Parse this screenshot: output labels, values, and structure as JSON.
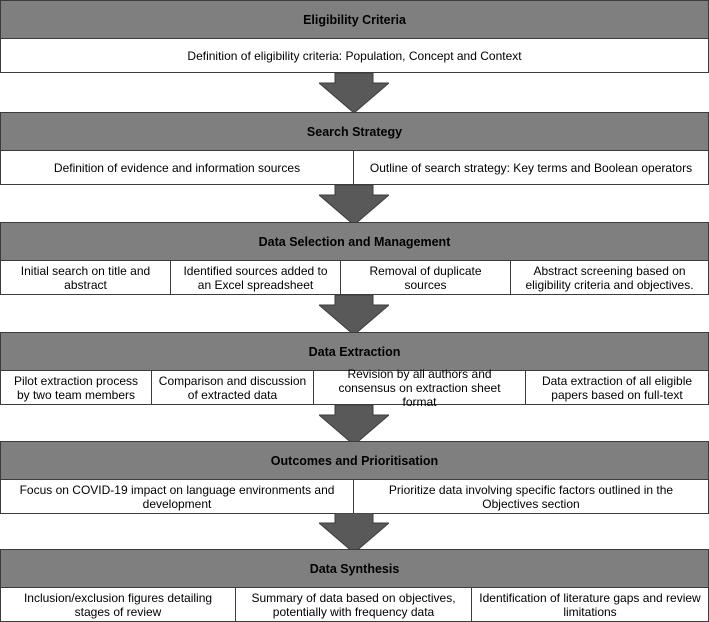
{
  "colors": {
    "header_fill": "#7f7f7f",
    "arrow_fill": "#595959",
    "border": "#3c3c3c"
  },
  "stages": [
    {
      "title": "Eligibility Criteria",
      "cells": [
        "Definition of eligibility criteria: Population, Concept and Context"
      ]
    },
    {
      "title": "Search Strategy",
      "cells": [
        "Definition of evidence and information sources",
        "Outline of search strategy: Key terms and Boolean operators"
      ]
    },
    {
      "title": "Data Selection and Management",
      "cells": [
        "Initial search on title and abstract",
        "Identified sources added to an Excel spreadsheet",
        "Removal of duplicate sources",
        "Abstract screening based on eligibility criteria and objectives."
      ]
    },
    {
      "title": "Data Extraction",
      "cells": [
        "Pilot extraction process by two team members",
        "Comparison and discussion of extracted data",
        "Revision by all authors and consensus on extraction sheet format",
        "Data extraction of all eligible papers based on full-text"
      ]
    },
    {
      "title": "Outcomes and Prioritisation",
      "cells": [
        "Focus on COVID-19 impact on language environments and development",
        "Prioritize data involving specific factors outlined in the Objectives section"
      ]
    },
    {
      "title": "Data Synthesis",
      "cells": [
        "Inclusion/exclusion figures detailing stages of review",
        "Summary of data based on objectives, potentially with frequency data",
        "Identification of literature gaps and review limitations"
      ]
    }
  ]
}
